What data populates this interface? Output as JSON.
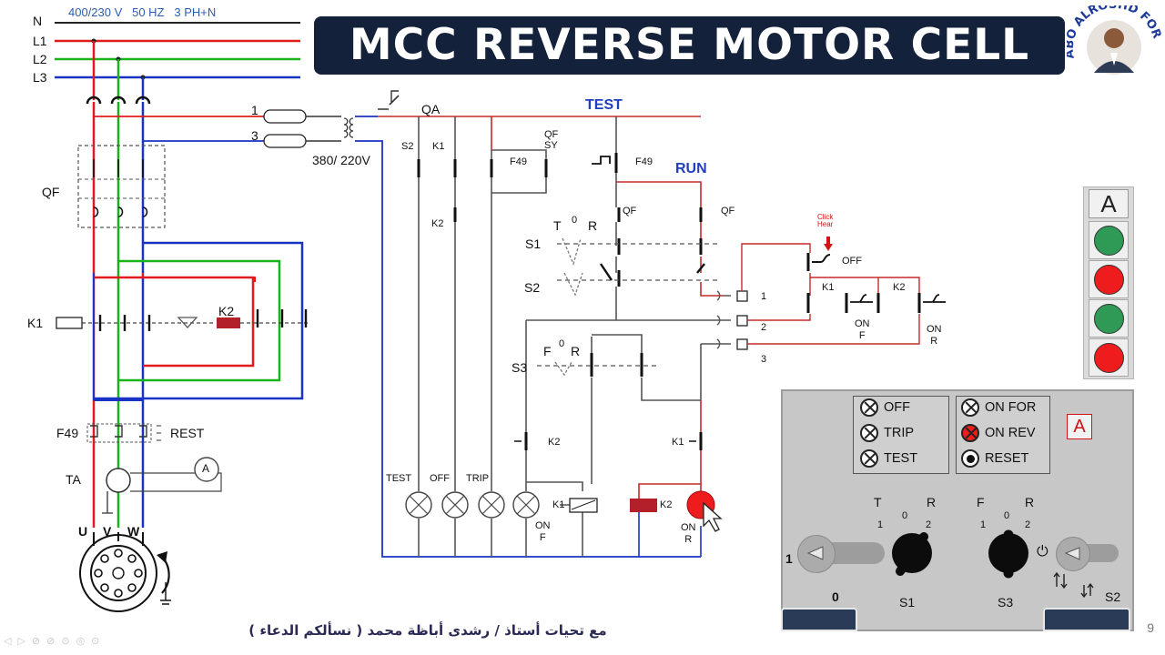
{
  "title": "MCC REVERSE MOTOR CELL",
  "logo": {
    "text": "ABO ALROSHD FOR TRAINING"
  },
  "footer_arabic": "مع تحيات أستاذ / رشدى أباظة محمد ( نسألكم الدعاء )",
  "page_number": "9",
  "supply": {
    "spec": "400/230 V   50 HZ   3 PH+N",
    "lines": [
      "N",
      "L1",
      "L2",
      "L3"
    ],
    "colors": {
      "L1": "#e11b1b",
      "L2": "#19b419",
      "L3": "#1933c4",
      "N": "#222222"
    }
  },
  "power_circuit": {
    "breaker_label": "QF",
    "contactor_k1": "K1",
    "contactor_k2": "K2",
    "overload": "F49",
    "reset_label": "REST",
    "ct_label": "TA",
    "ammeter": "A",
    "motor_terminals": [
      "U",
      "V",
      "W"
    ]
  },
  "control_circuit": {
    "fuse_labels": [
      "1",
      "3"
    ],
    "transformer_voltage": "380/ 220V",
    "main_switch": "QA",
    "test_label": "TEST",
    "run_label": "RUN",
    "contact_labels": {
      "s2": "S2",
      "k1": "K1",
      "k2": "K2",
      "f49": "F49",
      "qf_sy": "QF\nSY",
      "f49_test": "F49",
      "qf_left": "QF",
      "qf_right": "QF"
    },
    "selector_s1": {
      "name": "S1",
      "positions": [
        "T",
        "0",
        "R"
      ]
    },
    "selector_s2": "S2",
    "selector_s3": {
      "name": "S3",
      "positions": [
        "F",
        "0",
        "R"
      ]
    },
    "click_hear": "Click\nHear",
    "off_label": "OFF",
    "on_f": "ON\nF",
    "on_r": "ON\nR",
    "terminals": [
      "1",
      "2",
      "3"
    ],
    "k2_coil_label": "K2",
    "k1_coil_label": "K1",
    "lamps": [
      "TEST",
      "OFF",
      "TRIP"
    ],
    "k1_contact": "K1",
    "k2_contact": "K2",
    "on_f_lamp": "ON\nF",
    "on_r_lamp": "ON\nR"
  },
  "signal_column": {
    "header": "A",
    "lamps": [
      {
        "state": "green",
        "color": "#2f9a55"
      },
      {
        "state": "red",
        "color": "#ee1c1c"
      },
      {
        "state": "green",
        "color": "#2f9a55"
      },
      {
        "state": "red",
        "color": "#ee1c1c"
      }
    ]
  },
  "control_panel": {
    "indicators_left": [
      {
        "label": "OFF",
        "state": "off"
      },
      {
        "label": "TRIP",
        "state": "off"
      },
      {
        "label": "TEST",
        "state": "off"
      }
    ],
    "indicators_right": [
      {
        "label": "ON FOR",
        "state": "off"
      },
      {
        "label": "ON REV",
        "state": "on"
      },
      {
        "label": "RESET",
        "state": "button"
      }
    ],
    "badge": "A",
    "s1": {
      "name": "S1",
      "top": "T",
      "top_right": "R",
      "nums": [
        "1",
        "0",
        "2"
      ]
    },
    "s3": {
      "name": "S3",
      "top": "F",
      "top_right": "R",
      "nums": [
        "1",
        "0",
        "2"
      ]
    },
    "left_toggle": {
      "on_label": "1",
      "off_label": "0"
    },
    "s2_label": "S2",
    "power_symbol": "⏻"
  }
}
